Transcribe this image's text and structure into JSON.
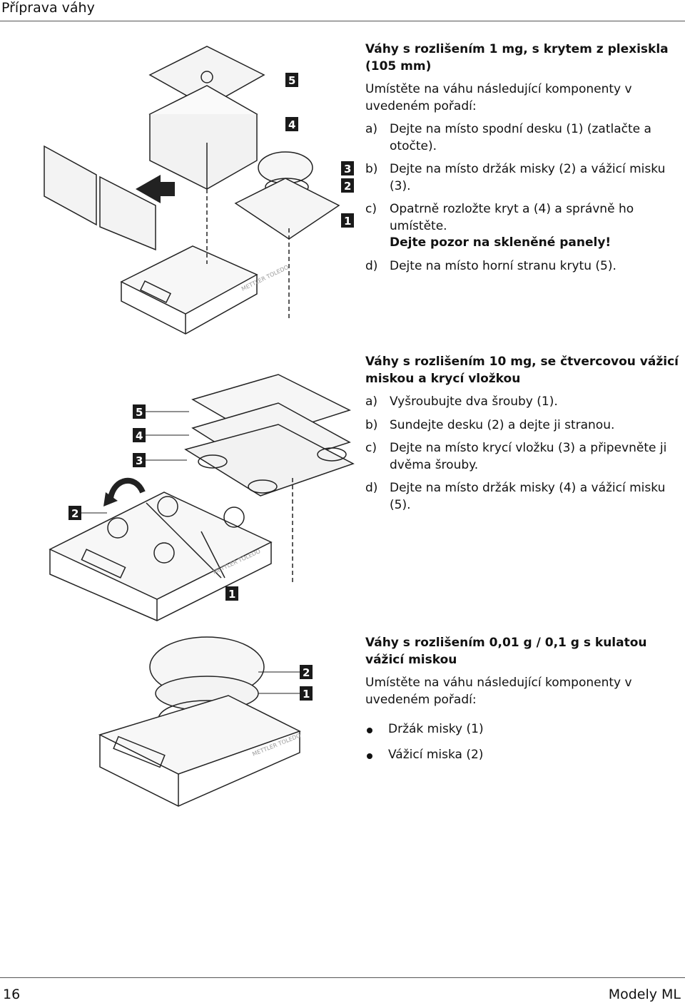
{
  "header": {
    "title": "Příprava váhy"
  },
  "footer": {
    "page_number": "16",
    "model": "Modely ML"
  },
  "sections": [
    {
      "title": "Váhy s rozlišením 1 mg, s krytem z plexiskla (105 mm)",
      "intro": "Umístěte na váhu následující komponenty v uvedeném pořadí:",
      "steps": [
        {
          "label": "a)",
          "text": "Dejte na místo spodní desku (1) (zatlačte a otočte)."
        },
        {
          "label": "b)",
          "text": "Dejte na místo držák misky (2) a vážicí misku (3)."
        },
        {
          "label": "c)",
          "text": "Opatrně rozložte kryt a (4) a správně ho umístěte.",
          "warning": "Dejte pozor na skleněné panely!"
        },
        {
          "label": "d)",
          "text": "Dejte na místo horní stranu krytu (5)."
        }
      ]
    },
    {
      "title": "Váhy s rozlišením 10 mg, se čtvercovou vážicí miskou a krycí vložkou",
      "steps": [
        {
          "label": "a)",
          "text": "Vyšroubujte dva šrouby (1)."
        },
        {
          "label": "b)",
          "text": "Sundejte desku (2) a dejte ji stranou."
        },
        {
          "label": "c)",
          "text": "Dejte na místo krycí vložku (3) a připevněte ji dvěma šrouby."
        },
        {
          "label": "d)",
          "text": "Dejte na místo držák misky (4) a vážicí misku (5)."
        }
      ]
    },
    {
      "title": "Váhy s rozlišením 0,01 g / 0,1 g s kulatou vážicí miskou",
      "intro": "Umístěte na váhu následující komponenty v uvedeném pořadí:",
      "bullets": [
        "Držák misky (1)",
        "Vážicí miska (2)"
      ]
    }
  ],
  "figures": {
    "fig1": {
      "labels": [
        "5",
        "4",
        "3",
        "2",
        "1"
      ]
    },
    "fig2": {
      "labels": [
        "5",
        "4",
        "3",
        "2",
        "1"
      ]
    },
    "fig3": {
      "labels": [
        "2",
        "1"
      ]
    },
    "brand": "METTLER TOLEDO"
  }
}
